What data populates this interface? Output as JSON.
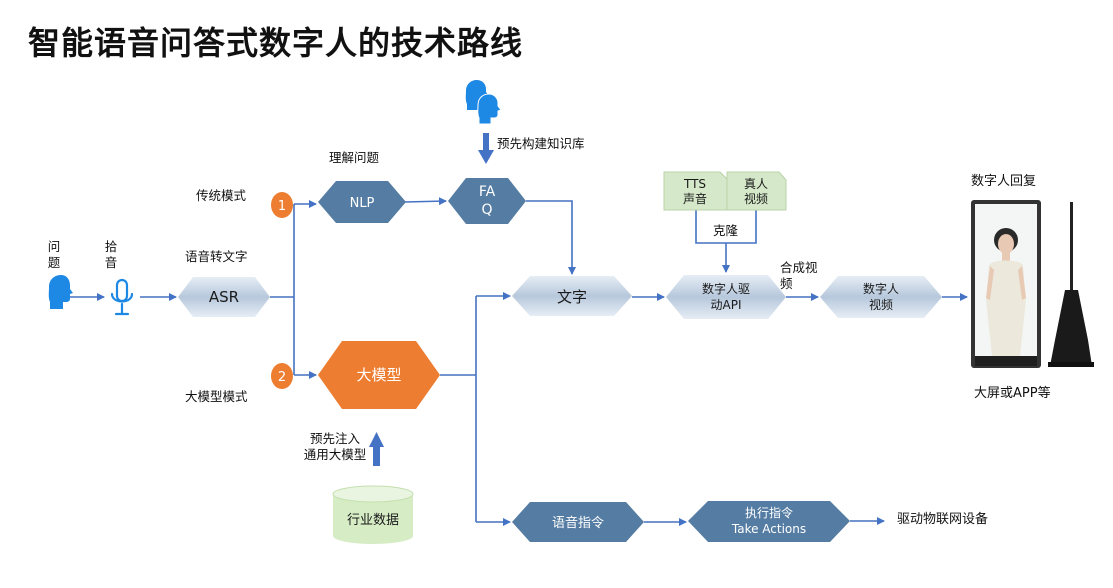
{
  "title": "智能语音问答式数字人的技术路线",
  "labels": {
    "question_1": "问",
    "question_2": "题",
    "pickup_1": "拾",
    "pickup_2": "音",
    "speech_to_text": "语音转文字",
    "traditional_mode": "传统模式",
    "llm_mode": "大模型模式",
    "understand_question": "理解问题",
    "prebuild_kb": "预先构建知识库",
    "preinject_1": "预先注入",
    "preinject_2": "通用大模型",
    "clone": "克隆",
    "synth_video_1": "合成视",
    "synth_video_2": "频",
    "digital_reply": "数字人回复",
    "big_screen": "大屏或APP等",
    "iot": "驱动物联网设备"
  },
  "nodes": {
    "asr": "ASR",
    "nlp": "NLP",
    "faq_1": "FA",
    "faq_2": "Q",
    "llm": "大模型",
    "text": "文字",
    "drive_api_1": "数字人驱",
    "drive_api_2": "动API",
    "dh_video_1": "数字人",
    "dh_video_2": "视频",
    "voice_cmd": "语音指令",
    "exec_1": "执行指令",
    "exec_2": "Take Actions",
    "tts_1": "TTS",
    "tts_2": "声音",
    "real_1": "真人",
    "real_2": "视频",
    "industry_data": "行业数据",
    "badge_1": "1",
    "badge_2": "2"
  },
  "colors": {
    "hex_blue": "#557ca3",
    "hex_light": "#c9d6e6",
    "orange": "#ed7d31",
    "arrow": "#4472c4",
    "green_doc": "#d5e8c9",
    "cylinder": "#d6ecc5",
    "icon_blue": "#1e88e5"
  }
}
